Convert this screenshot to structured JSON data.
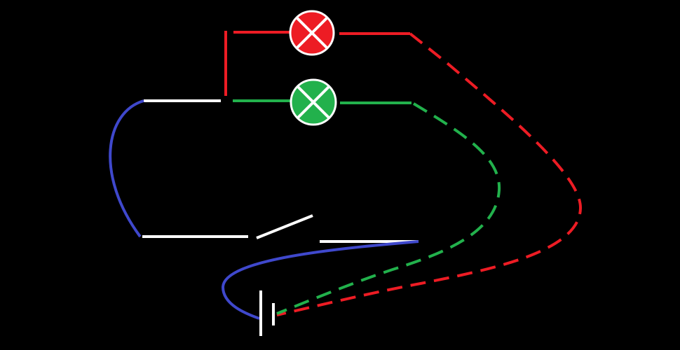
{
  "diagram": {
    "type": "circuit",
    "components": [
      {
        "id": "lamp-red",
        "kind": "lamp",
        "color": "#ed1c24"
      },
      {
        "id": "lamp-green",
        "kind": "lamp",
        "color": "#22b14c"
      },
      {
        "id": "switch",
        "kind": "switch",
        "state": "open"
      },
      {
        "id": "battery",
        "kind": "battery"
      }
    ],
    "colors": {
      "background": "#000000",
      "wire_white": "#ffffff",
      "wire_blue": "#3f48cc",
      "wire_red": "#ed1c24",
      "wire_green": "#22b14c"
    }
  }
}
